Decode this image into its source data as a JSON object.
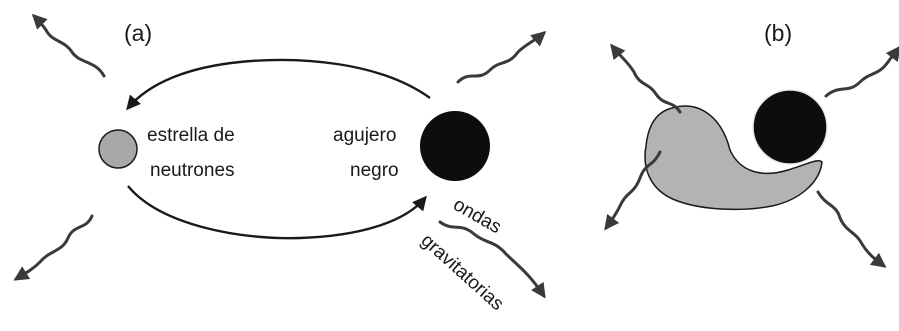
{
  "panel_a": {
    "label": "(a)",
    "neutron_star_label_line1": "estrella de",
    "neutron_star_label_line2": "neutrones",
    "black_hole_label_line1": "agujero",
    "black_hole_label_line2": "negro",
    "waves_label_line1": "ondas",
    "waves_label_line2": "gravitatorias"
  },
  "panel_b": {
    "label": "(b)"
  },
  "colors": {
    "neutron_star": "#a8a8a8",
    "black_hole": "#0d0d0d",
    "disrupted_star": "#b3b3b3",
    "ink": "#1a1a1a",
    "wave": "#3a3a3a"
  }
}
